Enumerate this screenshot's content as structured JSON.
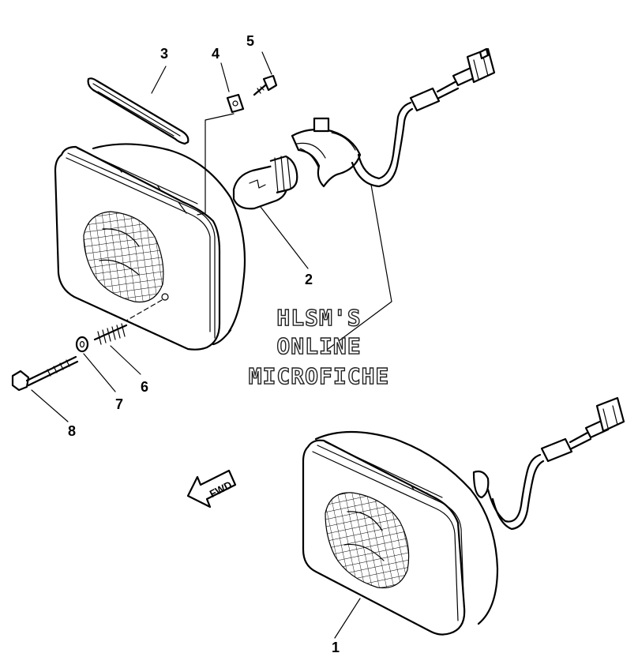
{
  "watermark": {
    "line1": "HLSM'S",
    "line2": "ONLINE",
    "line3": "MICROFICHE"
  },
  "direction_arrow": {
    "label": "FWD"
  },
  "callouts": [
    {
      "number": "1"
    },
    {
      "number": "2"
    },
    {
      "number": "3"
    },
    {
      "number": "4"
    },
    {
      "number": "5"
    },
    {
      "number": "6"
    },
    {
      "number": "7"
    },
    {
      "number": "8"
    }
  ]
}
